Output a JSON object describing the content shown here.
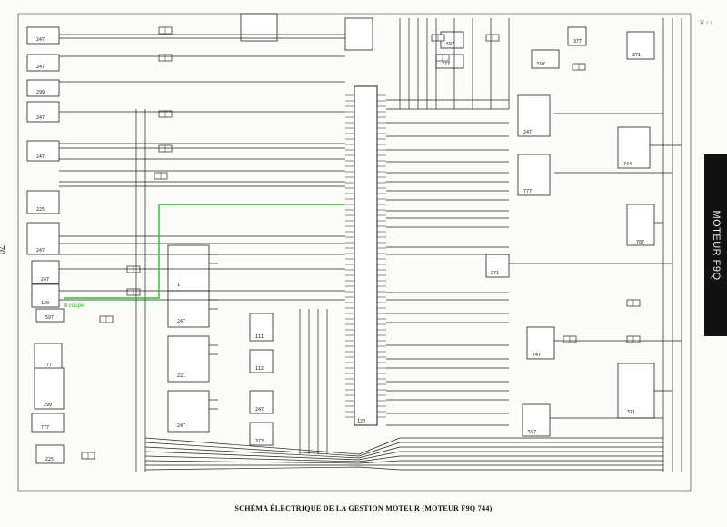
{
  "caption": "SCHÉMA ÉLECTRIQUE DE LA GESTION MOTEUR (MOTEUR F9Q 744)",
  "page_number": "70",
  "side_tab": "MOTEUR F9Q",
  "corner_note": "12 / 0",
  "green_note": "fil coupé",
  "colors": {
    "ink": "#222222",
    "highlight": "#22c722",
    "tab": "#111111"
  },
  "components": {
    "c1": "247",
    "c2": "247",
    "c3": "299",
    "c4": "247",
    "c5": "247",
    "c6": "225",
    "c7": "247",
    "c8": "247",
    "c9": "120",
    "c10": "597",
    "c11": "777",
    "c12": "299",
    "c13": "777",
    "c14": "225",
    "c15": "1",
    "c16": "247",
    "c17": "221",
    "c18": "247",
    "c19": "111",
    "c20": "112",
    "c21": "247",
    "c22": "373",
    "c23": "787",
    "c24": "271",
    "c25": "747",
    "c26": "597",
    "c27": "371",
    "ecu": "120",
    "r1": "597",
    "r2": "777",
    "r3": "597",
    "r4": "377",
    "r5": "371",
    "r6": "247",
    "r7": "777",
    "r8": "744"
  }
}
